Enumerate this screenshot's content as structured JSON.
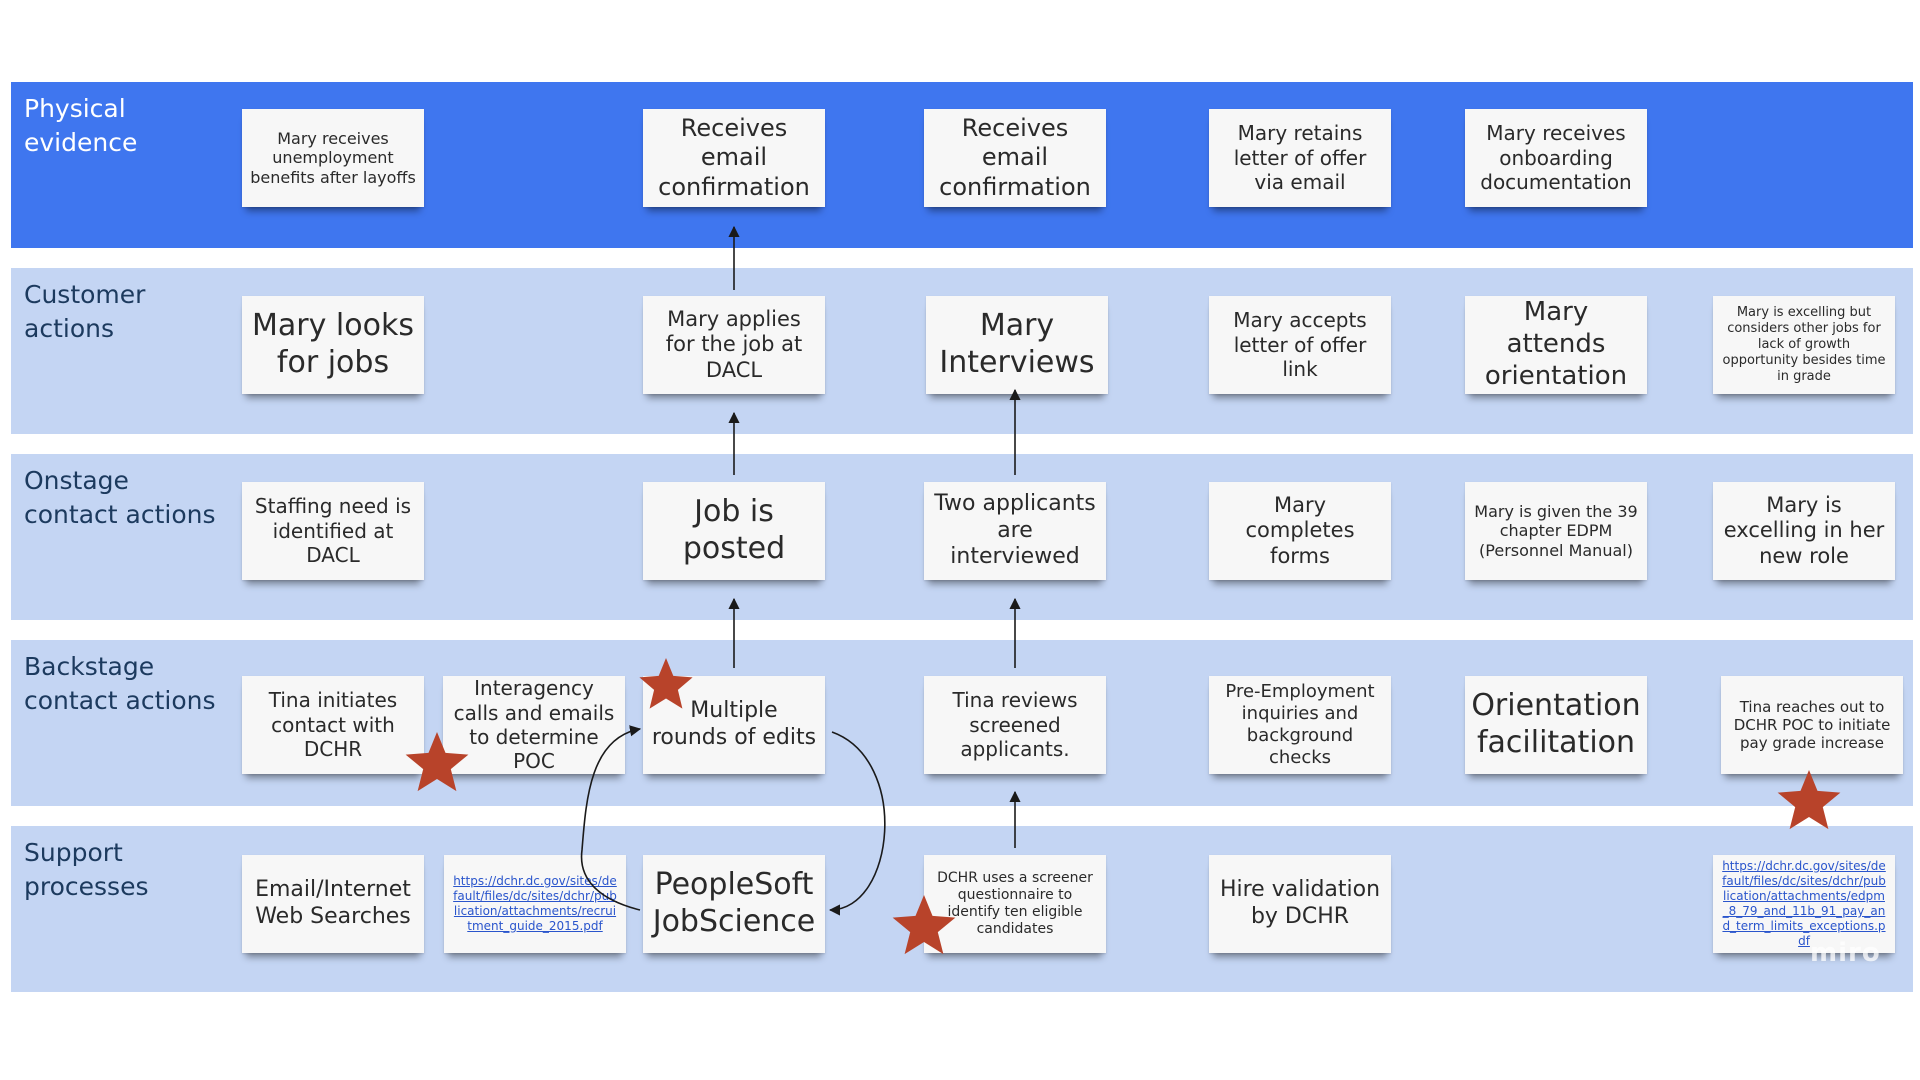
{
  "lanes": [
    {
      "label": "Physical\nevidence",
      "color": "#3f76ef"
    },
    {
      "label": "Customer\nactions",
      "color": "#c4d5f3"
    },
    {
      "label": "Onstage\ncontact actions",
      "color": "#c4d5f3"
    },
    {
      "label": "Backstage\ncontact actions",
      "color": "#c4d5f3"
    },
    {
      "label": "Support\nprocesses",
      "color": "#c4d5f3"
    }
  ],
  "notes": {
    "pe1": "Mary receives unemployment benefits after layoffs",
    "pe2": "Receives email confirmation",
    "pe3": "Receives email confirmation",
    "pe4": "Mary retains letter of offer via email",
    "pe5": "Mary receives onboarding documentation",
    "ca1": "Mary looks for jobs",
    "ca2": "Mary applies for the job at DACL",
    "ca3": "Mary Interviews",
    "ca4": "Mary accepts letter of offer link",
    "ca5": "Mary attends orientation",
    "ca6": "Mary is excelling but considers other jobs for lack of growth opportunity besides time in grade",
    "on1": "Staffing need is identified at DACL",
    "on2": "Job is posted",
    "on3": "Two applicants are interviewed",
    "on4": "Mary completes forms",
    "on5": "Mary is given the 39 chapter EDPM (Personnel Manual)",
    "on6": "Mary is excelling in her new role",
    "bs1": "Tina initiates contact with DCHR",
    "bs2": "Interagency calls and emails to determine POC",
    "bs3": "Multiple rounds of edits",
    "bs4": "Tina reviews screened applicants.",
    "bs5": "Pre-Employment inquiries and background checks",
    "bs6": "Orientation facilitation",
    "bs7": "Tina reaches out to DCHR POC to initiate pay grade increase",
    "sp1": "Email/Internet Web Searches",
    "sp2": "https://dchr.dc.gov/sites/default/files/dc/sites/dchr/publication/attachments/recruitment_guide_2015.pdf",
    "sp3": "PeopleSoft JobScience",
    "sp4": "DCHR uses a screener questionnaire to identify ten eligible candidates",
    "sp5": "Hire validation by DCHR",
    "sp6": "https://dchr.dc.gov/sites/default/files/dc/sites/dchr/publication/attachments/edpm_8_79_and_11b_91_pay_and_term_limits_exceptions.pdf"
  },
  "watermark": "miro",
  "colors": {
    "arrow": "#1a1a1a",
    "star": "#b8432a"
  }
}
